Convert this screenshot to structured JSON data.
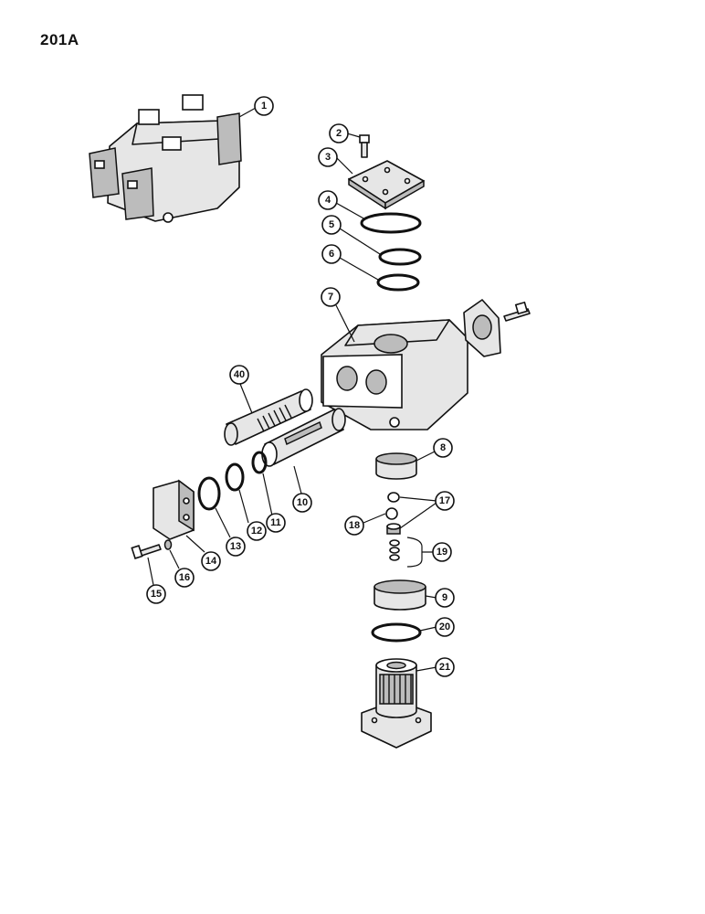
{
  "page": {
    "number": "201A"
  },
  "callouts": {
    "c1": "1",
    "c2": "2",
    "c3": "3",
    "c4": "4",
    "c5": "5",
    "c6": "6",
    "c7": "7",
    "c8": "8",
    "c9": "9",
    "c10": "10",
    "c11": "11",
    "c12": "12",
    "c13": "13",
    "c14": "14",
    "c15": "15",
    "c16": "16",
    "c17": "17",
    "c18": "18",
    "c19": "19",
    "c20": "20",
    "c21": "21",
    "c40": "40"
  }
}
